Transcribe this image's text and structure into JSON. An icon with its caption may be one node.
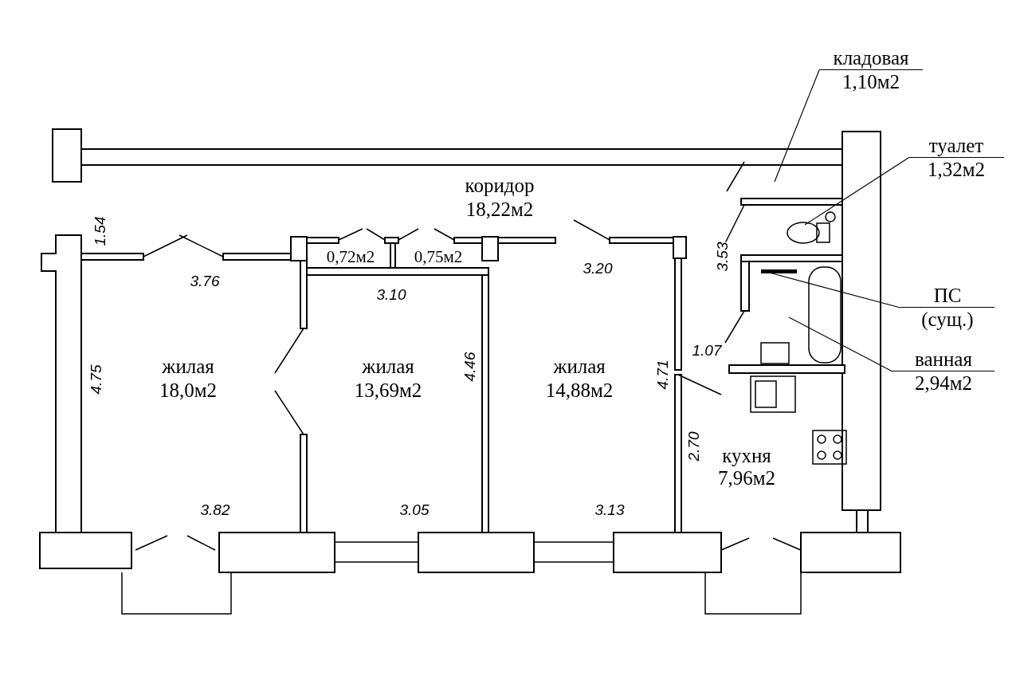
{
  "diagram": {
    "nodes": [
      {
        "text": [
          "кладовая",
          "1,10м2"
        ]
      },
      {
        "text": [
          "туалет",
          "1,32м2"
        ]
      },
      {
        "text": [
          "ПС",
          "(сущ.)"
        ]
      },
      {
        "text": [
          "ванная",
          "2,94м2"
        ]
      }
    ],
    "edges": [
      {
        "from": 0,
        "to": null,
        "arrow": "none"
      },
      {
        "from": 1,
        "to": null,
        "arrow": "none"
      },
      {
        "from": 2,
        "to": null,
        "arrow": "none"
      },
      {
        "from": 3,
        "to": null,
        "arrow": "none"
      }
    ],
    "labels": [
      "коридор",
      "18,22м2",
      "1.54",
      "0,72м2",
      "0,75м2",
      "3.20",
      "3.53",
      "3.76",
      "3.10",
      "жилая",
      "18,0м2",
      "жилая",
      "13,69м2",
      "жилая",
      "14,88м2",
      "1.07",
      "4.75",
      "4.46",
      "4.71",
      "2.70",
      "кухня",
      "7,96м2",
      "3.82",
      "3.05",
      "3.13"
    ]
  }
}
